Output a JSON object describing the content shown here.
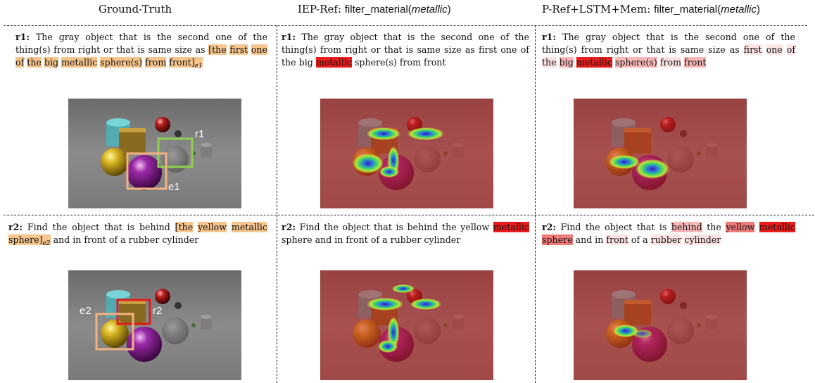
{
  "headers": {
    "col1": "Ground-Truth",
    "col2_prefix": "IEP-Ref: ",
    "col2_func": "filter_material(",
    "col2_arg": "metallic",
    "col2_end": ")",
    "col3_prefix": "P-Ref+LSTM+Mem: ",
    "col3_func": "filter_material(",
    "col3_arg": "metallic",
    "col3_end": ")"
  },
  "queries": {
    "r1_label": "r1:",
    "r2_label": "r2:",
    "r1_parts": [
      "The gray object that is the second one of the thing(s) from right or that is same size as",
      "[the",
      "first",
      "one",
      "of",
      "the",
      "big",
      "metallic",
      "sphere(s)",
      "from",
      "front]"
    ],
    "r1_sub": "e1",
    "r2_parts": [
      "Find the object that is",
      "behind",
      "[the",
      "yellow",
      "metallic",
      "sphere]",
      "and in",
      "front",
      "of a rubber",
      "cylinder"
    ],
    "r2_sub": "e2"
  },
  "box_labels": {
    "r1": "r1",
    "e1": "e1",
    "r2": "r2",
    "e2": "e2"
  }
}
